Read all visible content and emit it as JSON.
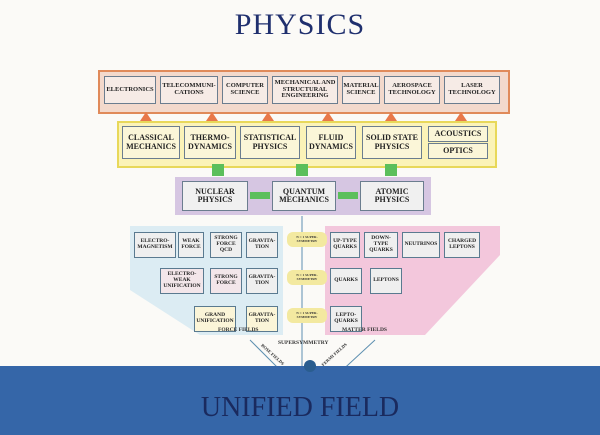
{
  "title": "PHYSICS",
  "applications": [
    "ELECTRONICS",
    "TELECOMMUNI-CATIONS",
    "COMPUTER SCIENCE",
    "MECHANICAL AND STRUCTURAL ENGINEERING",
    "MATERIAL SCIENCE",
    "AEROSPACE TECHNOLOGY",
    "LASER TECHNOLOGY"
  ],
  "branches": [
    "CLASSICAL MECHANICS",
    "THERMO-DYNAMICS",
    "STATISTICAL PHYSICS",
    "FLUID DYNAMICS",
    "SOLID STATE PHYSICS",
    "ACOUSTICS",
    "OPTICS"
  ],
  "core": [
    "NUCLEAR PHYSICS",
    "QUANTUM MECHANICS",
    "ATOMIC PHYSICS"
  ],
  "forces": {
    "row1": [
      "ELECTRO-MAGNETISM",
      "WEAK FORCE",
      "STRONG FORCE QCD",
      "GRAVITA-TION"
    ],
    "row2": [
      "ELECTRO-WEAK UNIFICATION",
      "STRONG FORCE",
      "GRAVITA-TION"
    ],
    "row3": [
      "GRAND UNIFICATION",
      "GRAVITA-TION"
    ],
    "label": "FORCE FIELDS"
  },
  "matter": {
    "row1": [
      "UP-TYPE QUARKS",
      "DOWN-TYPE QUARKS",
      "NEUTRINOS",
      "CHARGED LEPTONS"
    ],
    "row2": [
      "QUARKS",
      "LEPTONS"
    ],
    "row3": [
      "LEPTO-QUARKS"
    ],
    "label": "MATTER FIELDS"
  },
  "supersymmetry_levels": [
    "N = 1 SUPER-SYMMETRY",
    "N = 1 SUPER-SYMMETRY",
    "N = 1 SUPER-SYMMETRY"
  ],
  "supersymmetry": "SUPERSYMMETRY",
  "bose": "BOSE FIELDS",
  "fermi": "FERMI FIELDS",
  "footer": "UNIFIED FIELD"
}
